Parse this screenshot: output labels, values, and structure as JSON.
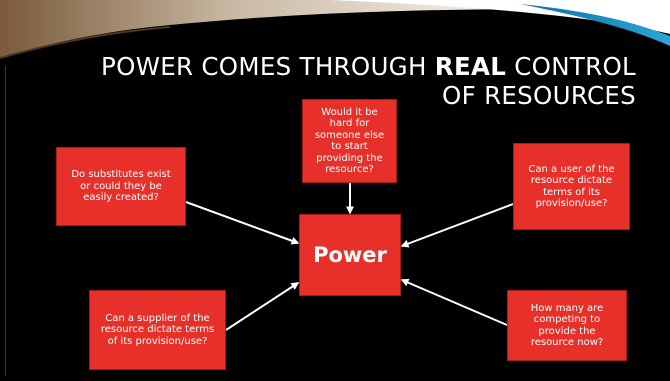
{
  "slide": {
    "title": {
      "before": "POWER COMES THROUGH ",
      "emphasis": "REAL",
      "after_line1": " CONTROL",
      "line2": "OF RESOURCES"
    },
    "center_box": "Power",
    "boxes": {
      "top": "Would it be hard for someone else to start providing the resource?",
      "top_left": "Do substitutes exist or could they be easily created?",
      "top_right": "Can a user of the resource dictate terms of its provision/use?",
      "bottom_left": "Can a supplier of the resource dictate terms of its provision/use?",
      "bottom_right": "How many are competing to provide the resource now?"
    },
    "colors": {
      "background": "#000000",
      "box_fill": "#e8302a",
      "text": "#ffffff",
      "header_accent": "#2aa7d6"
    }
  }
}
